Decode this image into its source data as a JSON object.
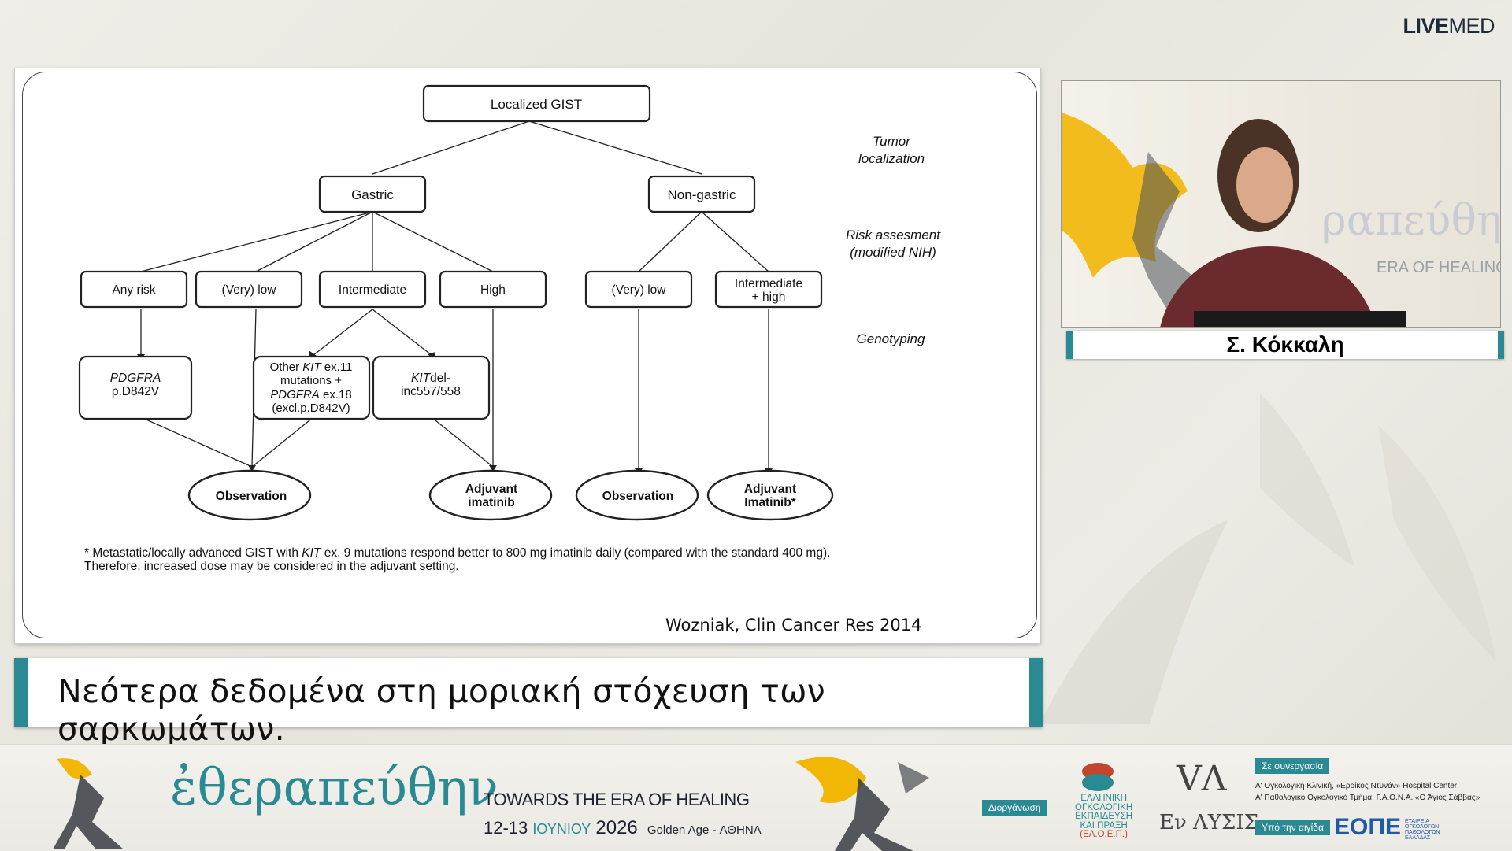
{
  "brand": {
    "live": "LIVE",
    "med": "MED"
  },
  "slide": {
    "citation": "Wozniak, Clin Cancer Res 2014",
    "nodes": {
      "root": "Localized GIST",
      "gastric": "Gastric",
      "nongastric": "Non-gastric",
      "anyrisk": "Any risk",
      "vlow1": "(Very) low",
      "intermediate": "Intermediate",
      "high": "High",
      "vlow2": "(Very) low",
      "inthigh_1": "Intermediate",
      "inthigh_2": "+ high",
      "pdgfra_1": "PDGFRA",
      "pdgfra_2": "p.D842V",
      "other_1a": "Other ",
      "other_1b": "KIT",
      "other_1c": " ex.11",
      "other_2": "mutations +",
      "other_3a": "PDGFRA",
      "other_3b": " ex.18",
      "other_4": "(excl.p.D842V)",
      "kitdel_1a": "KIT",
      "kitdel_1b": "del-",
      "kitdel_2": "inc557/558",
      "obs1": "Observation",
      "adj1_1": "Adjuvant",
      "adj1_2": "imatinib",
      "obs2": "Observation",
      "adj2_1": "Adjuvant",
      "adj2_2": "Imatinib*"
    },
    "side_labels": {
      "tumor_1": "Tumor",
      "tumor_2": "localization",
      "risk_1": "Risk assesment",
      "risk_2": "(modified NIH)",
      "geno": "Genotyping"
    },
    "footnote_1a": "* Metastatic/locally advanced GIST with ",
    "footnote_1b": "KIT",
    "footnote_1c": " ex. 9 mutations respond better to 800 mg imatinib daily (compared with the standard 400 mg).",
    "footnote_2": "Therefore, increased dose may be considered in the adjuvant setting."
  },
  "video": {
    "backdrop_text_1": "ραπεύθην",
    "backdrop_text_2": "ERA OF HEALING"
  },
  "speaker_name": "Σ. Κόκκαλη",
  "talk_title": "Νεότερα δεδομένα στη μοριακή στόχευση των σαρκωμάτων.",
  "footer": {
    "logo_text": "ἐθεραπεύθην",
    "tagline": "TOWARDS THE ERA OF HEALING",
    "date_a": "12-13",
    "date_month": "ΙΟΥΝΙΟΥ",
    "date_year": "2026",
    "venue": "Golden Age - ΑΘΗΝΑ",
    "organizer_tag": "Διοργάνωση",
    "org_1": "ΕΛΛΗΝΙΚΗ",
    "org_2": "ΟΓΚΟΛΟΓΙΚΗ",
    "org_3": "ΕΚΠΑΙΔΕΥΣΗ",
    "org_4": "ΚΑΙ ΠΡΑΞΗ",
    "org_5": "(ΕΛ.Ο.Ε.Π.)",
    "en_lysis_mark": "VΛ",
    "en_lysis": "Εν ΛΥΣΙΣ",
    "collab_tag": "Σε συνεργασία",
    "collab_1": "Α' Ογκολογική Κλινική, «Ερρίκος Ντυνάν» Hospital Center",
    "collab_2": "Α' Παθολογικό Ογκολογικό Τμήμα, Γ.Α.Ο.Ν.Α. «Ο Άγιος Σάββας»",
    "aegis_tag": "Υπό την αιγίδα",
    "eope": "ΕΟΠΕ",
    "eope_sub_1": "ΕΤΑΙΡΕΙΑ",
    "eope_sub_2": "ΟΓΚΟΛΟΓΩΝ",
    "eope_sub_3": "ΠΑΘΟΛΟΓΩΝ",
    "eope_sub_4": "ΕΛΛΑΔΑΣ"
  },
  "colors": {
    "accent": "#2a8a93",
    "logo_teal": "#2a8a93",
    "splash": "#f2b705"
  }
}
